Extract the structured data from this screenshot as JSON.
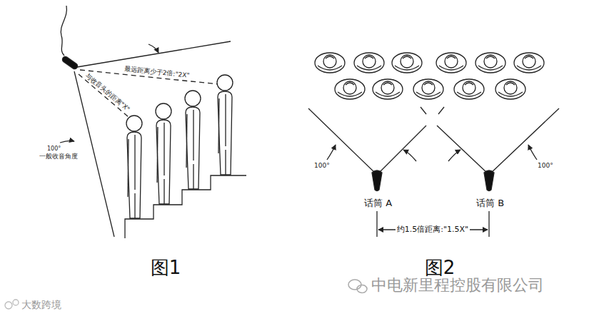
{
  "diagram": {
    "labels": [
      "最远距离少于2倍:\"2X\"",
      "与收音头的距离\"X\"",
      "100°",
      "一般收音角度",
      "图1",
      "100°",
      "话筒 A",
      "话筒 B",
      "100°",
      "约1.5倍距离:\"1.5X\"",
      "图2",
      "中电新里程控股有限公司",
      "大数跨境"
    ]
  }
}
